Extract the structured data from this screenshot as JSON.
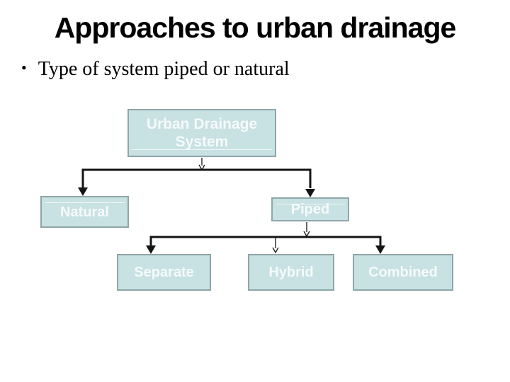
{
  "colors": {
    "box-fill": "#c8e1e2",
    "box-border": "#8fa6a8",
    "box-text": "#f6fafa",
    "connector": "#141414",
    "title-color": "#000000",
    "body-text": "#000000",
    "page-bg": "#ffffff"
  },
  "slide": {
    "title": "Approaches to urban drainage",
    "bullet_glyph": "•",
    "bullet_text": "Type of system piped or natural"
  },
  "diagram": {
    "nodes": {
      "root": {
        "label": "Urban Drainage System"
      },
      "natural": {
        "label": "Natural"
      },
      "piped": {
        "label": "Piped"
      },
      "separate": {
        "label": "Separate"
      },
      "hybrid": {
        "label": "Hybrid"
      },
      "combined": {
        "label": "Combined"
      }
    }
  }
}
